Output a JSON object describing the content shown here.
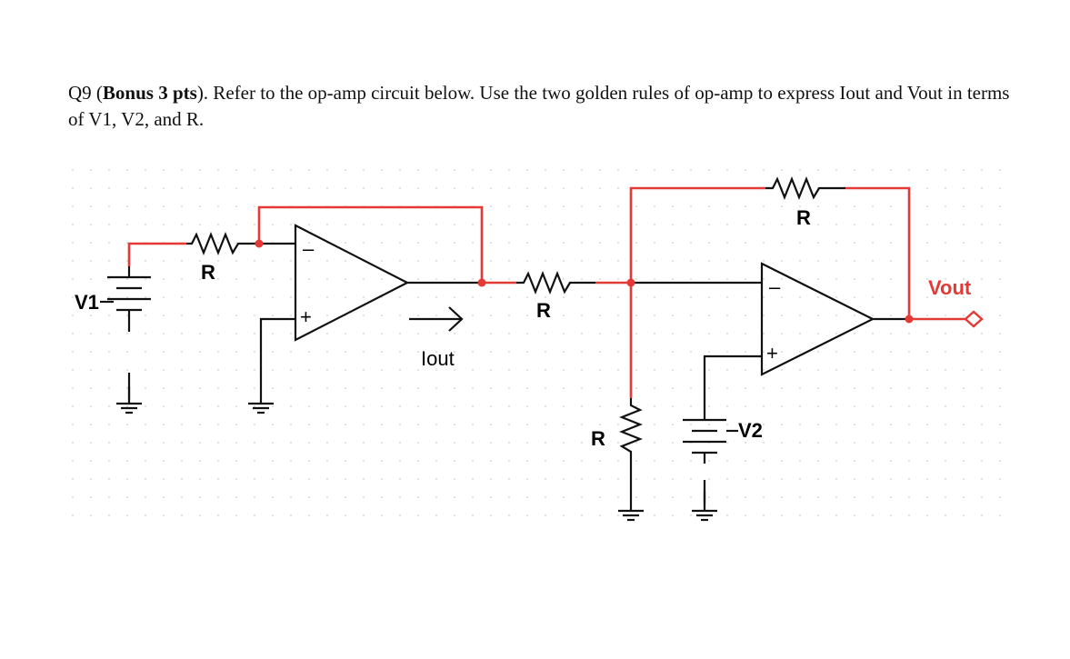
{
  "question": {
    "number": "Q9",
    "bonus": "Bonus 3 pts",
    "text": "). Refer to the op-amp circuit below. Use the two golden rules of op-amp to express Iout and Vout in terms of V1, V2, and R.",
    "open_paren": " ("
  },
  "labels": {
    "r_input": "R",
    "r_middle": "R",
    "r_feedback": "R",
    "r_ground": "R",
    "v1": "V1",
    "v2": "V2",
    "iout": "Iout",
    "vout": "Vout",
    "plus": "+",
    "minus": "–"
  },
  "colors": {
    "wire_active": "#e53935",
    "wire": "#111111",
    "vout_text": "#e53935",
    "grid_dot": "#cfcfcf"
  }
}
